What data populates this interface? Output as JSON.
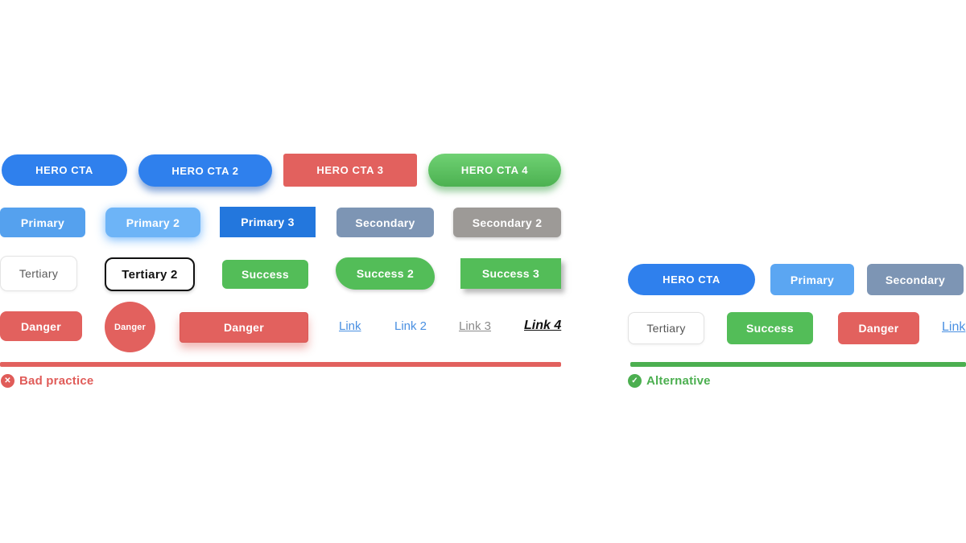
{
  "colors": {
    "hero_blue": "#2f80ed",
    "primary_blue": "#55a1ee",
    "primary2_blue": "#6db4f7",
    "primary3_blue": "#2377dd",
    "secondary_slate": "#7d95b4",
    "secondary2_gray": "#9d9a97",
    "success_green": "#53bd58",
    "danger_red": "#e2615e",
    "link_blue": "#4a90e2",
    "link_gray": "#8b8b8b",
    "caption_red": "#e05c59",
    "caption_green": "#4caf50"
  },
  "left": {
    "hero_cta": "HERO CTA",
    "hero_cta_2": "HERO CTA 2",
    "hero_cta_3": "HERO CTA 3",
    "hero_cta_4": "HERO CTA 4",
    "primary": "Primary",
    "primary_2": "Primary 2",
    "primary_3": "Primary 3",
    "secondary": "Secondary",
    "secondary_2": "Secondary 2",
    "tertiary": "Tertiary",
    "tertiary_2": "Tertiary 2",
    "success": "Success",
    "success_2": "Success 2",
    "success_3": "Success 3",
    "danger": "Danger",
    "danger_round": "Danger",
    "danger_3": "Danger",
    "link": "Link",
    "link_2": "Link 2",
    "link_3": "Link 3",
    "link_4": "Link 4",
    "caption": "Bad practice",
    "caption_icon": "x-circle-icon",
    "caption_icon_glyph": "✕"
  },
  "right": {
    "hero_cta": "HERO CTA",
    "primary": "Primary",
    "secondary": "Secondary",
    "tertiary": "Tertiary",
    "success": "Success",
    "danger": "Danger",
    "link": "Link",
    "caption": "Alternative",
    "caption_icon": "check-circle-icon",
    "caption_icon_glyph": "✓"
  }
}
